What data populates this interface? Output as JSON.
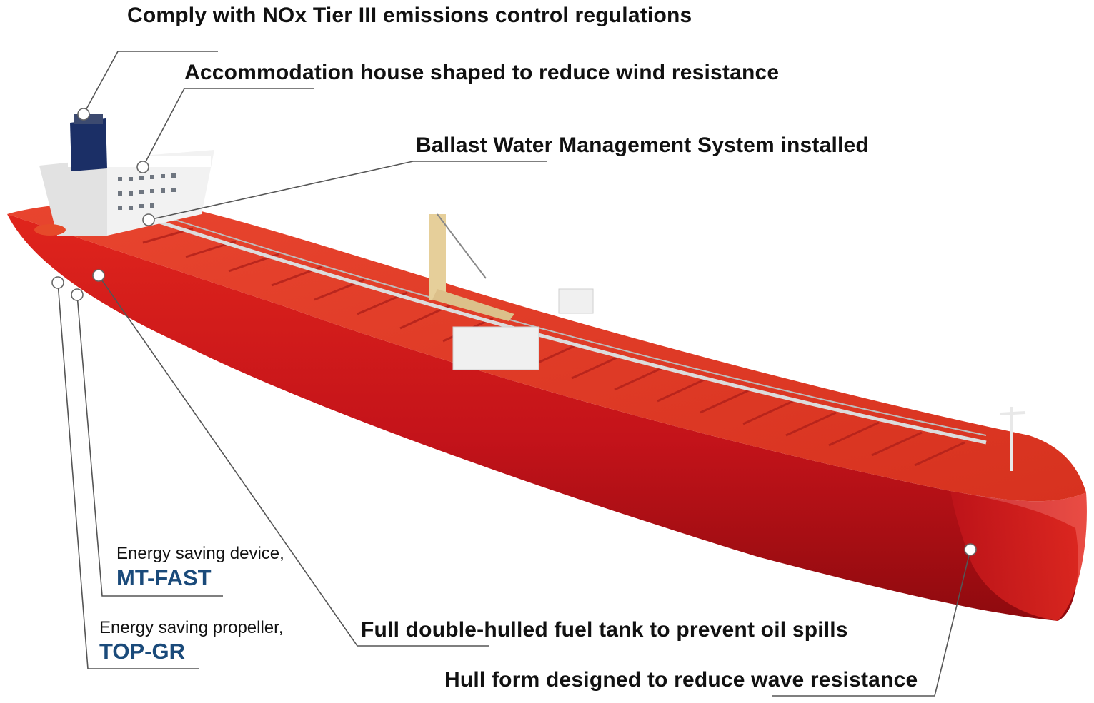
{
  "callouts": {
    "nox": "Comply with NOx Tier III emissions control regulations",
    "accommodation": "Accommodation house shaped to reduce wind resistance",
    "ballast": "Ballast Water Management System installed",
    "fuel_tank": "Full double-hulled fuel tank to prevent oil spills",
    "hull_form": "Hull form designed to reduce wave resistance",
    "device_caption": "Energy saving device,",
    "device_name": "MT-FAST",
    "propeller_caption": "Energy saving propeller,",
    "propeller_name": "TOP-GR"
  },
  "colors": {
    "hull": "#c8141a",
    "hull_dark": "#8e0a0e",
    "deck": "#e03a28",
    "superstructure": "#eeeeee",
    "funnel": "#1b2f66",
    "brand_text": "#1a4a7a",
    "leader_line": "#555555"
  }
}
